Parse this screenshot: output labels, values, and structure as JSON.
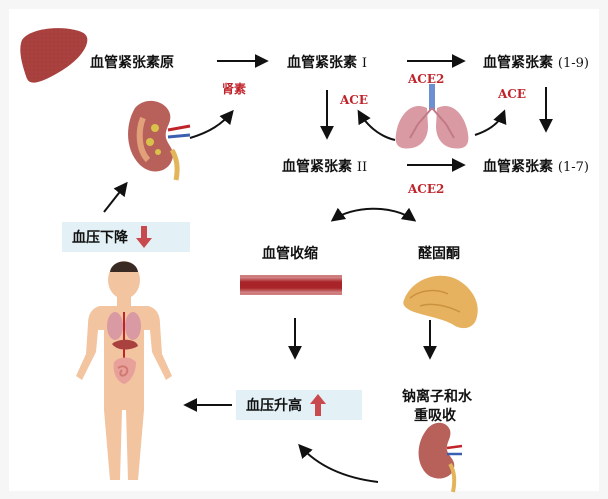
{
  "nodes": {
    "angiotensinogen": "血管紧张素原",
    "ang1_base": "血管紧张素",
    "ang1_numeral": "I",
    "ang19_base": "血管紧张素",
    "ang19_suffix": "(1-9)",
    "ang2_base": "血管紧张素",
    "ang2_numeral": "II",
    "ang17_base": "血管紧张素",
    "ang17_suffix": "(1-7)",
    "vasoconstriction": "血管收缩",
    "aldosterone": "醛固酮",
    "sodium_water_line1": "钠离子和水",
    "sodium_water_line2": "重吸收"
  },
  "enzymes": {
    "renin": "肾素",
    "ace_left": "ACE",
    "ace2_top": "ACE2",
    "ace_right": "ACE",
    "ace2_bottom": "ACE2"
  },
  "status": {
    "bp_down": "血压下降",
    "bp_up": "血压升高"
  },
  "colors": {
    "enzyme_red": "#c0242b",
    "pill_bg": "#e3f1f6",
    "arrow_down": "#c94a4e",
    "arrow_up": "#c94a4e",
    "liver": "#a9413f",
    "kidney": "#b8605a",
    "lung": "#d99aa3",
    "adrenal": "#e7b25f"
  },
  "icons": [
    "liver-icon",
    "kidney-icon",
    "lungs-icon",
    "blood-vessel-icon",
    "adrenal-gland-icon",
    "human-body-icon"
  ]
}
